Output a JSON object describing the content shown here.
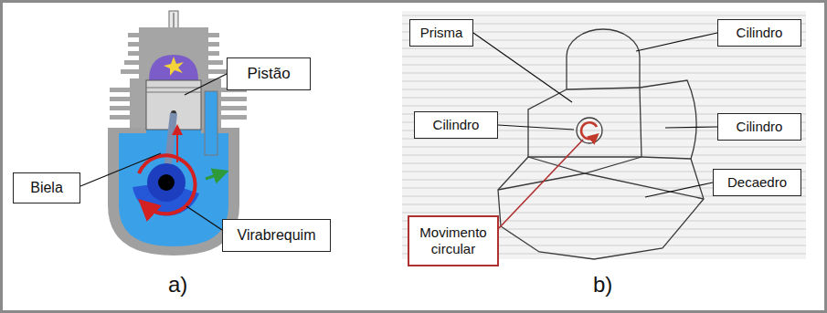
{
  "diagram": {
    "nodes": [
      {
        "text": [
          "Pistão"
        ]
      },
      {
        "text": [
          "Biela"
        ]
      },
      {
        "text": [
          "Virabrequim"
        ]
      },
      {
        "text": [
          "Prisma"
        ]
      },
      {
        "text": [
          "Cilindro"
        ]
      },
      {
        "text": [
          "Cilindro"
        ]
      },
      {
        "text": [
          "Cilindro"
        ]
      },
      {
        "text": [
          "Movimento circular"
        ]
      },
      {
        "text": [
          "Decaedro"
        ]
      }
    ],
    "labels": [
      "a)",
      "b)"
    ]
  }
}
